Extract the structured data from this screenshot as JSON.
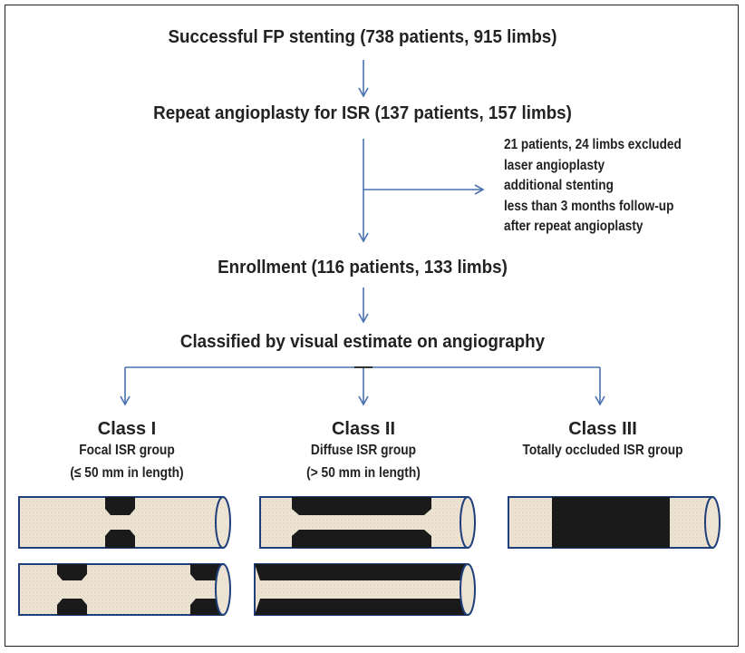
{
  "flow": {
    "step1": "Successful FP stenting (738 patients, 915 limbs)",
    "step2": "Repeat angioplasty for ISR (137 patients, 157 limbs)",
    "exclusion": [
      "21 patients, 24 limbs excluded",
      "laser angioplasty",
      "additional stenting",
      "less than 3 months follow-up",
      "after repeat angioplasty"
    ],
    "step3": "Enrollment (116 patients, 133 limbs)",
    "step4": "Classified by visual estimate on angiography"
  },
  "classes": [
    {
      "title": "Class I",
      "group": "Focal ISR group",
      "criterion": "(≤ 50 mm in length)"
    },
    {
      "title": "Class II",
      "group": "Diffuse ISR group",
      "criterion": "(> 50 mm in length)"
    },
    {
      "title": "Class III",
      "group": "Totally occluded ISR group",
      "criterion": ""
    }
  ],
  "colors": {
    "arrow": "#4a72b0",
    "vessel_fill": "#ece3d2",
    "vessel_outline": "#1f3f7a",
    "lesion": "#1a1a1a",
    "text": "#222222"
  }
}
